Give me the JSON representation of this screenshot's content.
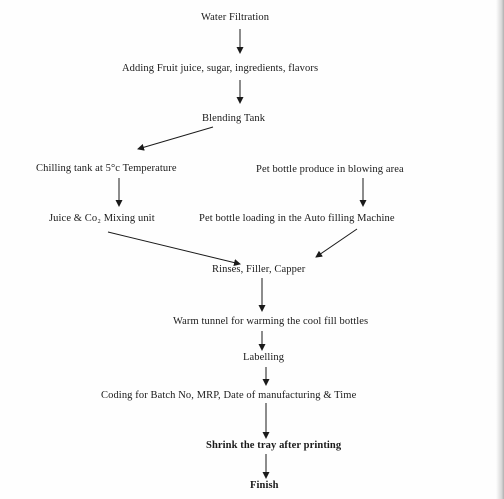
{
  "flowchart": {
    "steps": {
      "water_filtration": "Water Filtration",
      "adding_ingredients": "Adding Fruit juice, sugar, ingredients, flavors",
      "blending_tank": "Blending Tank",
      "chilling_tank": "Chilling tank at 5°c Temperature",
      "pet_bottle_produce": "Pet bottle produce in blowing area",
      "juice_co2_mixing": "Juice & Co₂ Mixing unit",
      "pet_bottle_loading": "Pet bottle loading in the Auto filling Machine",
      "rinses_filler_capper": "Rinses, Filler, Capper",
      "warm_tunnel": "Warm tunnel for warming the cool fill bottles",
      "labelling": "Labelling",
      "coding": "Coding for Batch No, MRP, Date of manufacturing & Time",
      "shrink_tray": "Shrink the tray after printing",
      "finish": "Finish"
    }
  }
}
